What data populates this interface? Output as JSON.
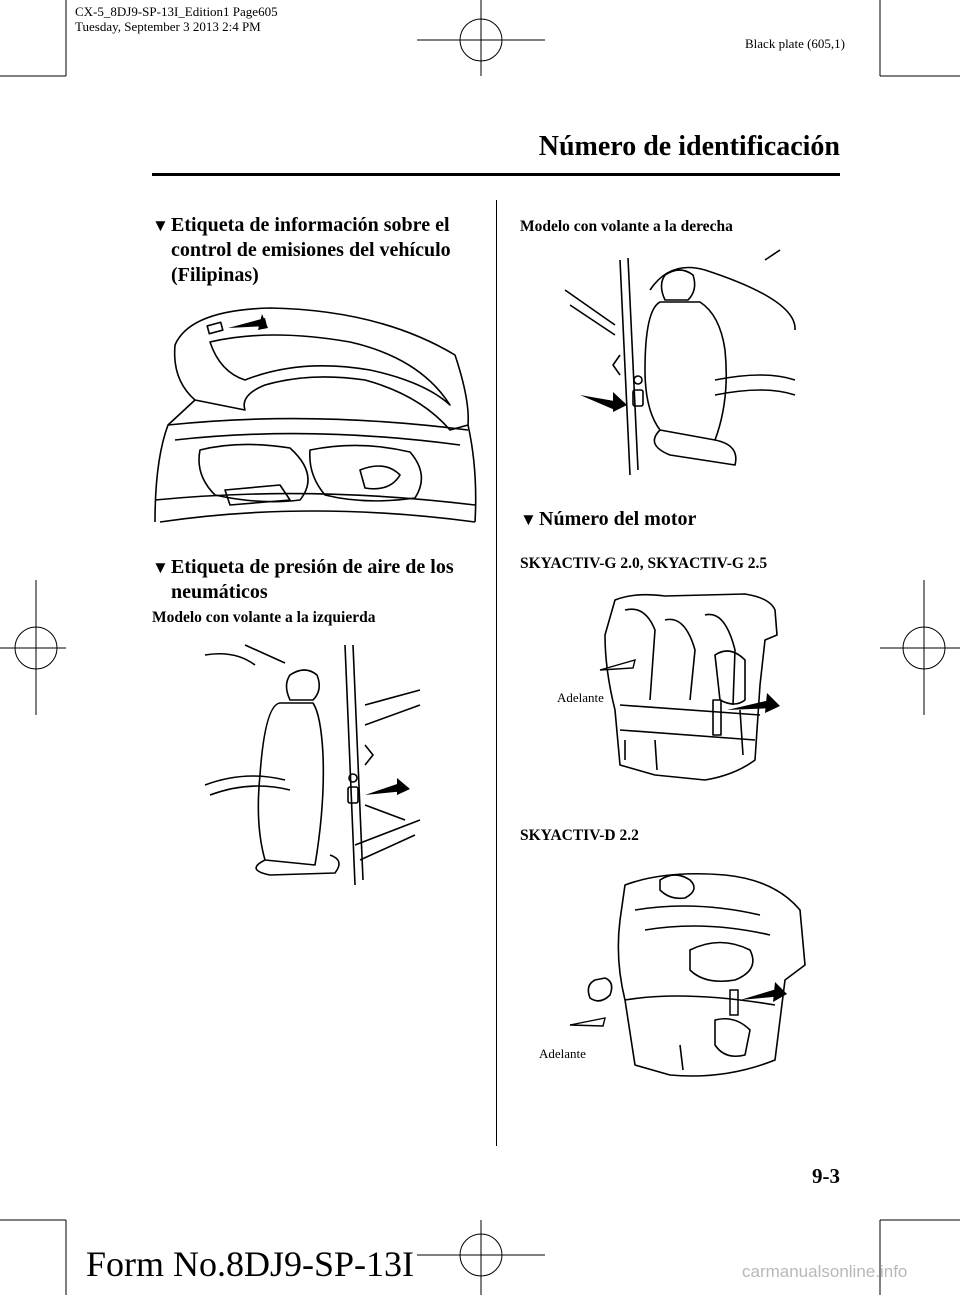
{
  "header": {
    "file_info_line1": "CX-5_8DJ9-SP-13I_Edition1 Page605",
    "file_info_line2": "Tuesday, September 3 2013 2:4 PM",
    "plate": "Black plate (605,1)",
    "section_title": "Número de identificación"
  },
  "left": {
    "heading1_line1": "Etiqueta de información sobre el",
    "heading1_line2": "control de emisiones del vehículo",
    "heading1_line3": "(Filipinas)",
    "heading2_line1": "Etiqueta de presión de aire de los",
    "heading2_line2": "neumáticos",
    "sub_lhd": "Modelo con volante a la izquierda"
  },
  "right": {
    "sub_rhd": "Modelo con volante a la derecha",
    "heading_engine": "Número del motor",
    "engine_g": "SKYACTIV-G 2.0, SKYACTIV-G 2.5",
    "engine_d": "SKYACTIV-D 2.2",
    "label_front_1": "Adelante",
    "label_front_2": "Adelante"
  },
  "bullet": "▼",
  "footer": {
    "page_number": "9-3",
    "form_number": "Form No.8DJ9-SP-13I",
    "watermark": "carmanualsonline.info"
  }
}
